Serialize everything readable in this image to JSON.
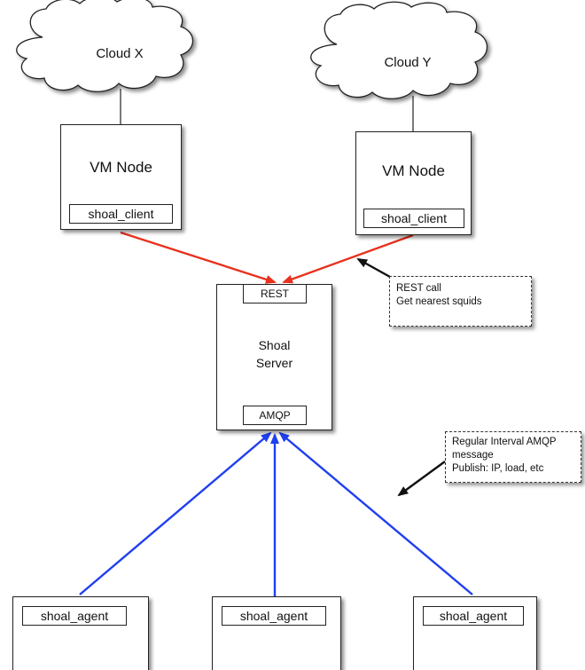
{
  "clouds": {
    "left_label": "Cloud X",
    "right_label": "Cloud Y"
  },
  "vm_nodes": [
    {
      "title": "VM Node",
      "client_label": "shoal_client"
    },
    {
      "title": "VM Node",
      "client_label": "shoal_client"
    }
  ],
  "server": {
    "rest_label": "REST",
    "title_line1": "Shoal",
    "title_line2": "Server",
    "amqp_label": "AMQP"
  },
  "notes": {
    "rest": {
      "line1": "REST call",
      "line2": "Get nearest squids"
    },
    "amqp": {
      "line1": "Regular Interval AMQP",
      "line2": "message",
      "line3": "Publish: IP, load, etc"
    }
  },
  "agents": [
    {
      "label": "shoal_agent",
      "icon": "squid-icon"
    },
    {
      "label": "shoal_agent",
      "icon": "squid-icon"
    },
    {
      "label": "shoal_agent",
      "icon": "squid-icon"
    }
  ],
  "colors": {
    "rest_arrow": "#e8321e",
    "amqp_arrow": "#1f3ff0",
    "annotation_arrow": "#111111",
    "squid_body": "#2fb8cc",
    "squid_spots": "#7a4fc2"
  }
}
